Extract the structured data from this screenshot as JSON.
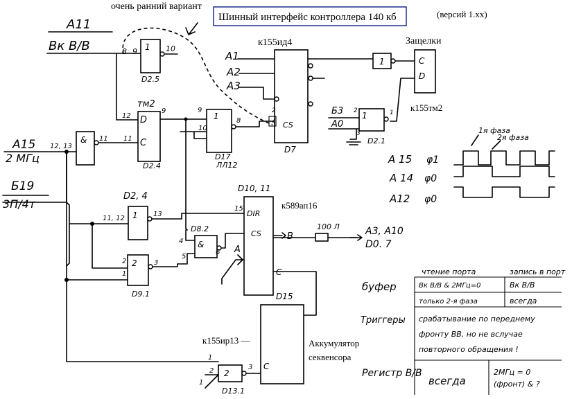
{
  "header": {
    "annotation_early": "очень ранний вариант",
    "title": "Шинный интерфейс контроллера 140 кб",
    "version": "(версий 1.хх)"
  },
  "chips": {
    "decoder_type": "к155ид4",
    "latches_label": "Защелки",
    "tm2_top": "тм2",
    "tm2_right": "к155тм2",
    "ap16": "к589ап16",
    "ir13": "к155ир13 —",
    "acc_line1": "Аккумулятор",
    "acc_line2": "секвенсора",
    "ref_d25": "D2.5",
    "ref_d24": "D2.4",
    "ref_d24b": "D2, 4",
    "ref_d17": "D17",
    "ref_ll12": "ЛЛ12",
    "ref_d7": "D7",
    "ref_d21": "D2.1",
    "ref_d1011": "D10, 11",
    "ref_d82": "D8.2",
    "ref_d91": "D9.1",
    "ref_d15": "D15",
    "ref_d131": "D13.1"
  },
  "signals": {
    "a11": "A11",
    "vk_vv": "Вк В/В",
    "a15": "A15",
    "mhz2": "2 МГц",
    "b19": "Б19",
    "zp4t": "3П/4т",
    "a1": "A1",
    "a2": "A2",
    "a3": "A3",
    "b3": "Б3",
    "a0": "А0",
    "res": "100 Л",
    "bus_a": "А3, А10",
    "bus_d": "D0. 7",
    "b_label": "В",
    "a_label": "А"
  },
  "pins": {
    "p8": "8",
    "p9": "9",
    "p10": "10",
    "p12": "12",
    "p11a": "11",
    "p9b": "9",
    "p10b": "10",
    "p8b": "8",
    "p2": "2",
    "p4": "4",
    "p1213": "12, 13",
    "p11b": "11",
    "p1112": "11, 12",
    "p13": "13",
    "p15": "15",
    "p4b": "4",
    "p5": "5",
    "p6": "6",
    "p2b": "2",
    "p1b": "1",
    "p3": "3",
    "p1c": "1",
    "p2c": "2",
    "p3c": "3",
    "p2d": "2",
    "p1d": "1",
    "p3d": "3",
    "p1e": "1"
  },
  "gates": {
    "one": "1",
    "amp": "&",
    "d": "D",
    "c": "C",
    "cs": "CS",
    "dir": "DIR",
    "b_pin": "В",
    "c2": "С",
    "d2": "D",
    "r2": "2",
    "c3": "С"
  },
  "timing": {
    "phase1_note": "1я фаза",
    "phase2_note": "2я фаза",
    "a15": "А 15",
    "a15_phi": "φ1",
    "a14": "А 14",
    "a14_phi": "φ0",
    "a12": "А12",
    "a12_phi": "φ0"
  },
  "table": {
    "col1_head": "чтение порта",
    "col2_head": "запись в порт",
    "row_buffer": "буфер",
    "buffer_c1_r1": "Вк В/В & 2МГц=0",
    "buffer_c2_r1": "Вк В/В",
    "buffer_c1_r2": "только 2-я фаза",
    "buffer_c2_r2": "всегда",
    "row_trigger": "Триггеры",
    "trigger_l1": "срабатывание по переднему",
    "trigger_l2": "фронту ВВ, но не вслучае",
    "trigger_l3": "повторного обращения !",
    "row_register": "Регистр В/В",
    "register_c1": "всегда",
    "register_c2_l1": "2МГц = 0",
    "register_c2_l2": "(фронт) & ?"
  }
}
